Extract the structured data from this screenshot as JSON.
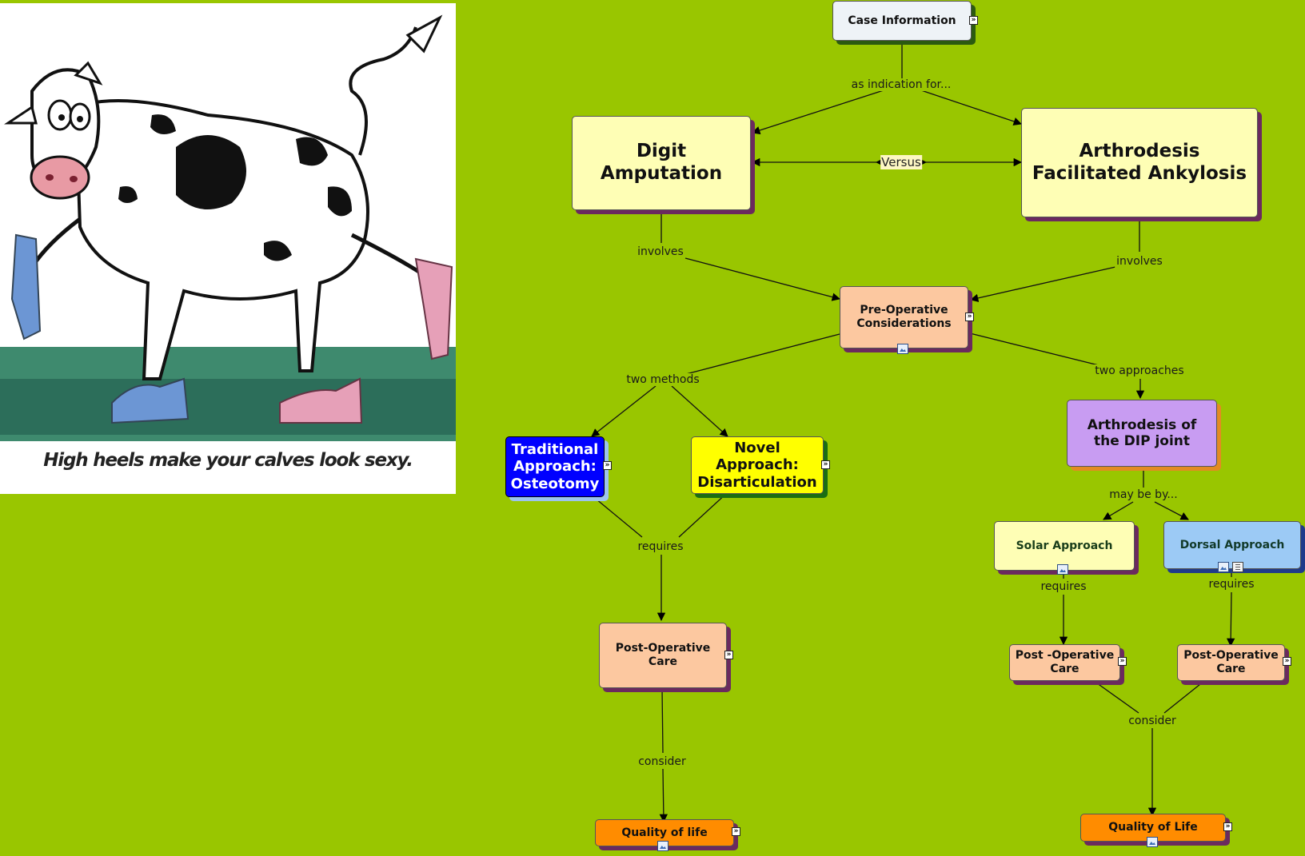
{
  "cartoon": {
    "caption": "High heels make your calves look sexy."
  },
  "concepts": {
    "case_information": "Case Information",
    "digit_amputation": "Digit\nAmputation",
    "arthrodesis_ankylosis": "Arthrodesis\nFacilitated Ankylosis",
    "pre_operative": "Pre-Operative\nConsiderations",
    "traditional": "Traditional\nApproach:\nOsteotomy",
    "novel": "Novel\nApproach:\nDisarticulation",
    "arthrodesis_dip": "Arthrodesis of\nthe DIP joint",
    "solar": "Solar Approach",
    "dorsal": "Dorsal Approach",
    "post_op_left": "Post-Operative\nCare",
    "post_op_solar": "Post -Operative\nCare",
    "post_op_dorsal": "Post-Operative\nCare",
    "quality_left": "Quality of life",
    "quality_right": "Quality of Life"
  },
  "links": {
    "as_indication": "as indication for...",
    "versus": "Versus",
    "involves_left": "involves",
    "involves_right": "involves",
    "two_methods": "two methods",
    "two_approaches": "two approaches",
    "requires_left": "requires",
    "may_be_by": "may be by...",
    "requires_solar": "requires",
    "requires_dorsal": "requires",
    "consider_left": "consider",
    "consider_right": "consider"
  },
  "colors": {
    "background": "#99c600",
    "case_information": "#eef3f7",
    "digit_amputation": "#fefeb5",
    "arthrodesis_ankylosis": "#fefeb5",
    "pre_operative": "#fcc8a0",
    "traditional": "#0000ff",
    "novel": "#ffff00",
    "arthrodesis_dip": "#c89cf2",
    "solar": "#fefeb5",
    "dorsal": "#9ccaf5",
    "post_op": "#fcc8a0",
    "quality": "#ff8c00"
  },
  "icons": {
    "expand": "double-chevron-right-icon",
    "image_resource": "image-resource-icon",
    "document_resource": "document-resource-icon"
  }
}
